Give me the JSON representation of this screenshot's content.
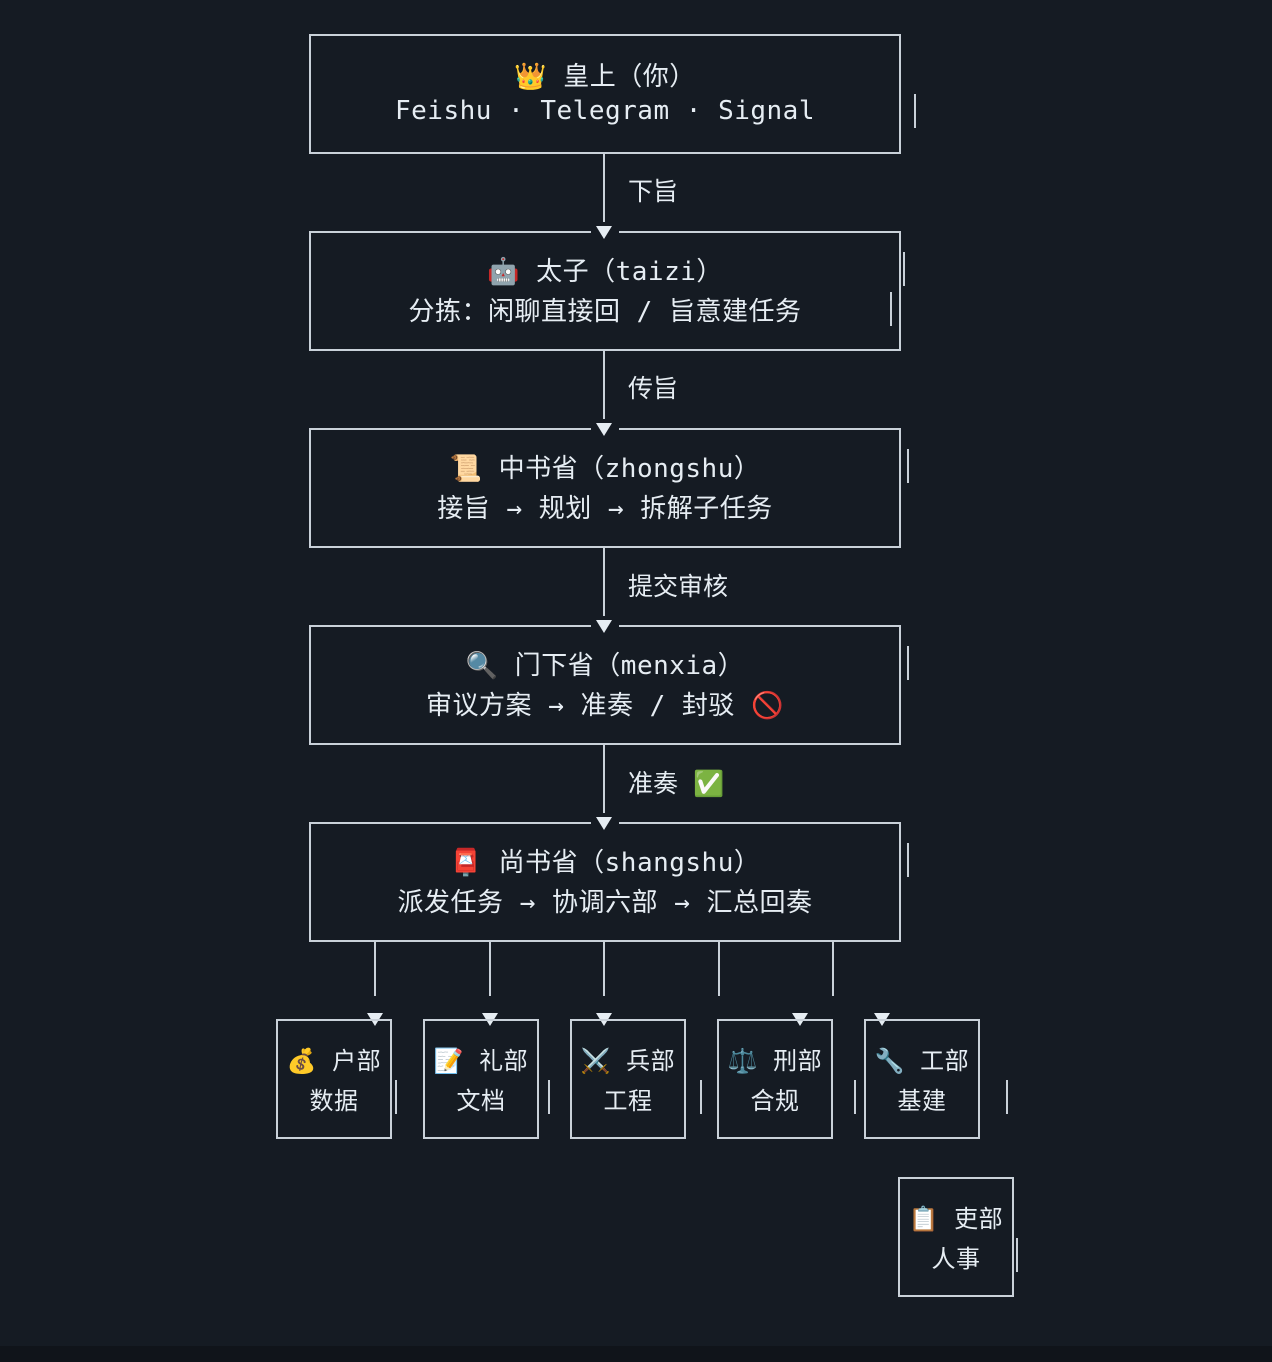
{
  "nodes": {
    "emperor": {
      "title": "👑 皇上（你）",
      "subtitle": "Feishu · Telegram · Signal"
    },
    "taizi": {
      "title": "🤖 太子（taizi）",
      "subtitle": "分拣：闲聊直接回 / 旨意建任务"
    },
    "zhongshu": {
      "title": "📜 中书省（zhongshu）",
      "subtitle": "接旨 → 规划 → 拆解子任务"
    },
    "menxia": {
      "title": "🔍 门下省（menxia）",
      "subtitle": "审议方案 → 准奏 / 封驳 🚫"
    },
    "shangshu": {
      "title": "📮 尚书省（shangshu）",
      "subtitle": "派发任务 → 协调六部 → 汇总回奏"
    }
  },
  "edges": {
    "e1": "下旨",
    "e2": "传旨",
    "e3": "提交审核",
    "e4": "准奏 ✅"
  },
  "ministries": [
    {
      "title": "💰 户部",
      "subtitle": "数据"
    },
    {
      "title": "📝 礼部",
      "subtitle": "文档"
    },
    {
      "title": "⚔️ 兵部",
      "subtitle": "工程"
    },
    {
      "title": "⚖️ 刑部",
      "subtitle": "合规"
    },
    {
      "title": "🔧 工部",
      "subtitle": "基建"
    },
    {
      "title": "📋 吏部",
      "subtitle": "人事"
    }
  ],
  "colors": {
    "background": "#151b23",
    "line": "#c9d1d9",
    "text": "#e6edf3"
  }
}
